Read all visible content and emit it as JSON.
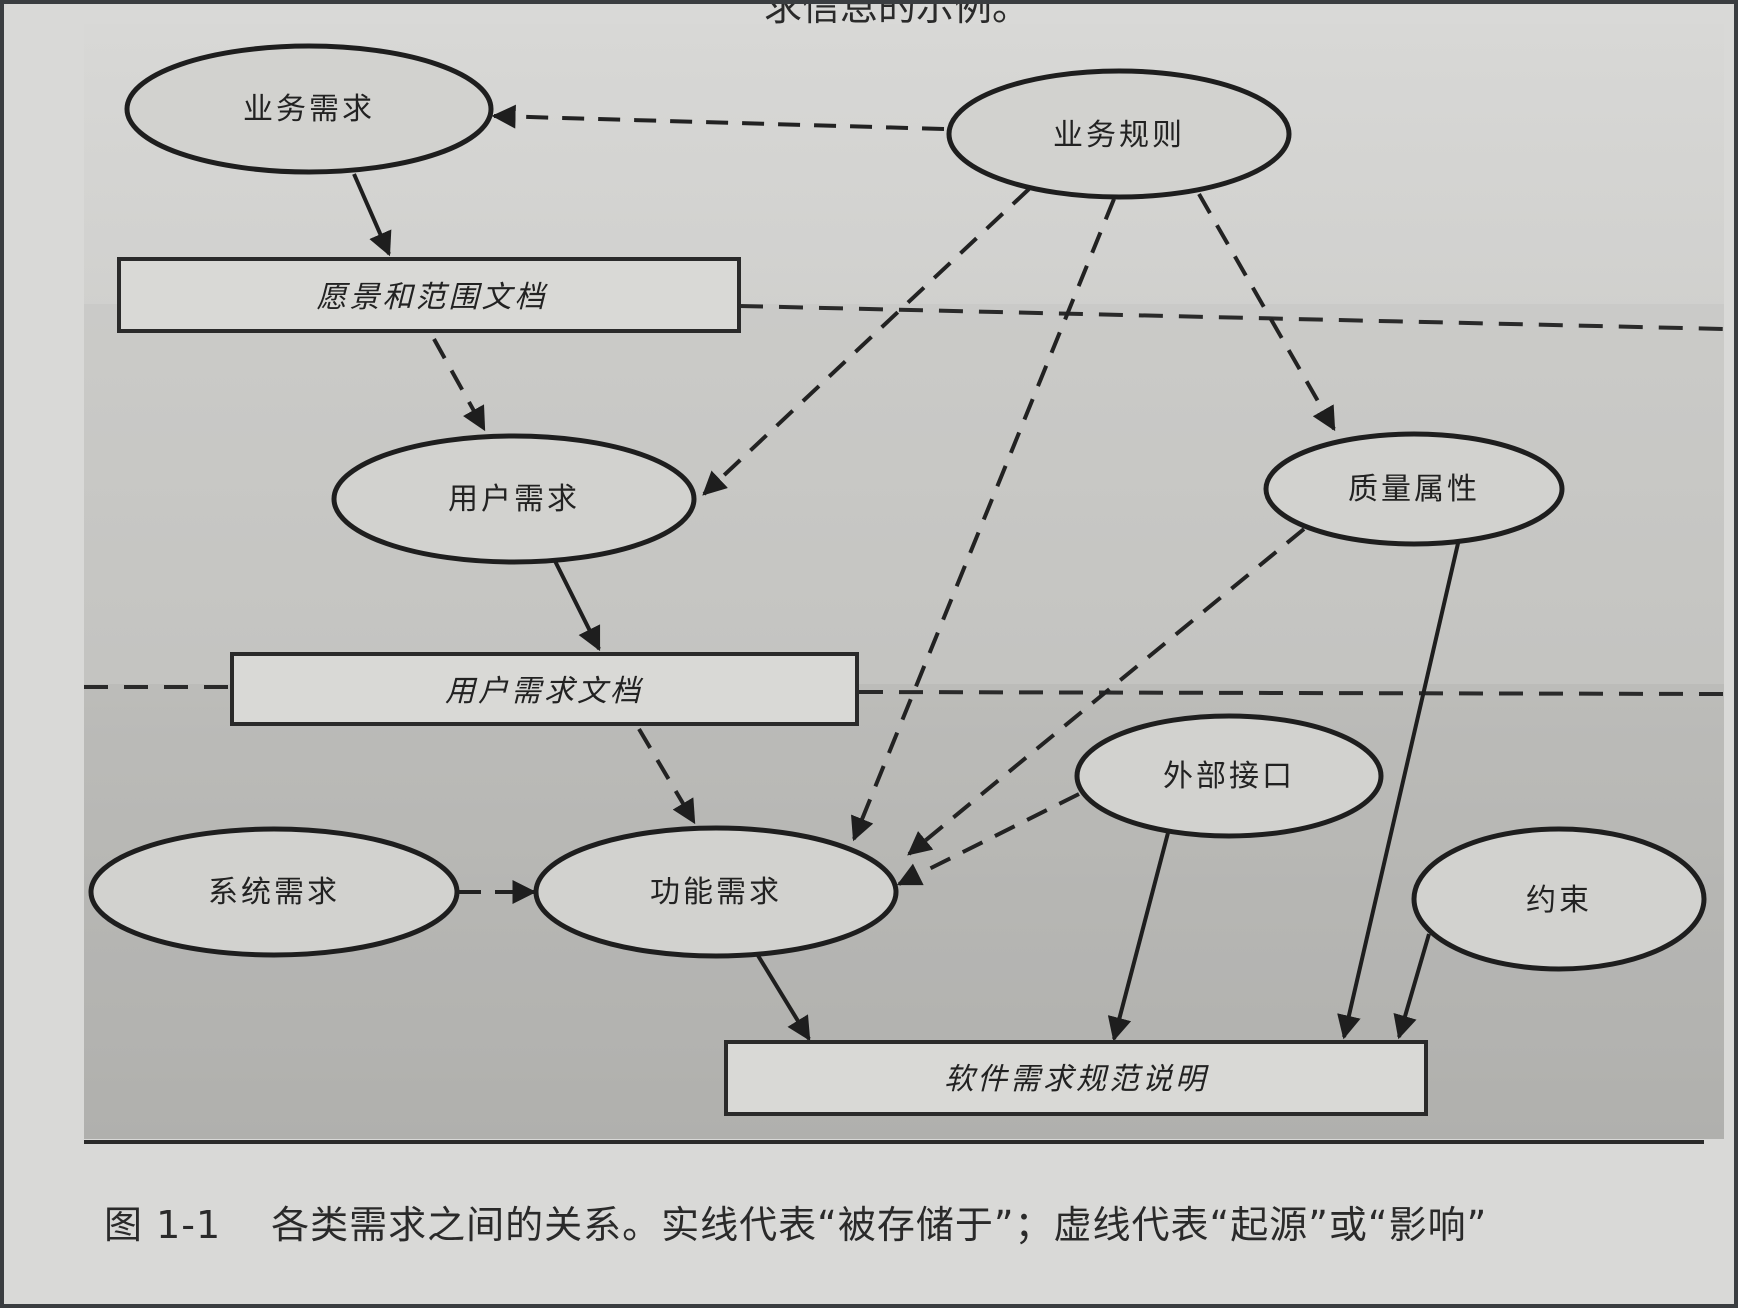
{
  "header_fragment": "求信息的示例。",
  "nodes": {
    "business_req": "业务需求",
    "business_rules": "业务规则",
    "vision_scope": "愿景和范围文档",
    "user_req": "用户需求",
    "quality_attr": "质量属性",
    "user_req_doc": "用户需求文档",
    "external_interface": "外部接口",
    "system_req": "系统需求",
    "functional_req": "功能需求",
    "constraints": "约束",
    "srs": "软件需求规范说明"
  },
  "caption": {
    "number": "图 1-1",
    "text": "各类需求之间的关系。实线代表“被存储于”；虚线代表“起源”或“影响”"
  }
}
